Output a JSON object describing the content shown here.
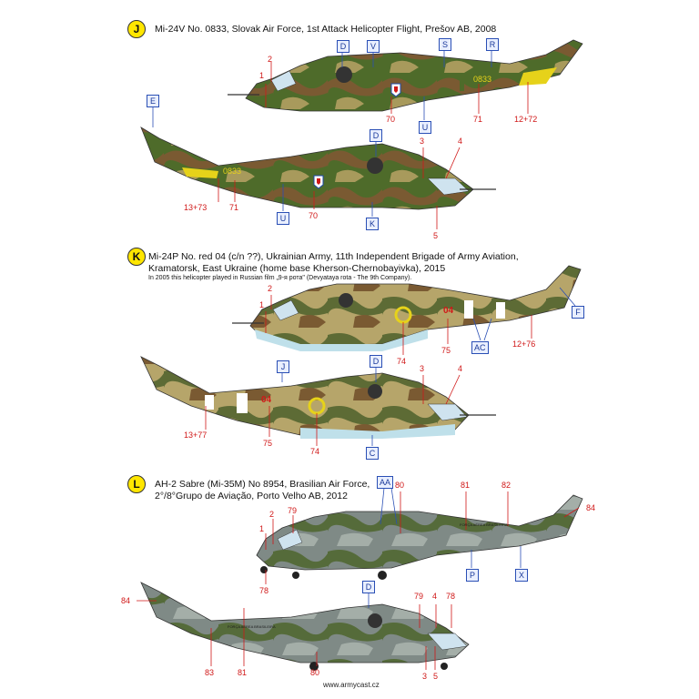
{
  "sections": [
    {
      "letter": "J",
      "title_lines": [
        "Mi-24V No. 0833, Slovak Air Force, 1st Attack Helicopter Flight, Prešov AB, 2008"
      ],
      "note": "",
      "aircraft": [
        {
          "serial": "0833",
          "labels_red": [
            "1",
            "2",
            "70",
            "71",
            "12+72"
          ],
          "labels_boxed": [
            "D",
            "V",
            "S",
            "R",
            "U"
          ]
        },
        {
          "serial": "0833",
          "labels_red": [
            "13+73",
            "71",
            "70",
            "3",
            "4",
            "5"
          ],
          "labels_boxed": [
            "E",
            "D",
            "U",
            "K"
          ]
        }
      ]
    },
    {
      "letter": "K",
      "title_lines": [
        "Mi-24P No. red 04 (c/n ??), Ukrainian Army, 11th Independent Brigade of Army Aviation,",
        "Kramatorsk, East Ukraine (home base Kherson-Chernobayivka), 2015"
      ],
      "note": "In 2005 this helicopter played in Russian film „9-я рота\" (Devyataya rota - The 9th Company).",
      "aircraft": [
        {
          "serial": "04",
          "labels_red": [
            "1",
            "2",
            "74",
            "75",
            "12+76"
          ],
          "labels_boxed": [
            "F",
            "AC"
          ]
        },
        {
          "serial": "04",
          "labels_red": [
            "13+77",
            "75",
            "74",
            "3",
            "4"
          ],
          "labels_boxed": [
            "J",
            "D",
            "C"
          ]
        }
      ]
    },
    {
      "letter": "L",
      "title_lines": [
        "AH-2 Sabre (Mi-35M) No 8954, Brasilian Air Force,",
        "2°/8°Grupo de Aviação, Porto Velho AB, 2012"
      ],
      "note": "",
      "aircraft": [
        {
          "serial": "FORÇA AÉREA BRASILEIRA",
          "labels_red": [
            "2",
            "79",
            "1",
            "78",
            "80",
            "81",
            "82",
            "84"
          ],
          "labels_boxed": [
            "AA",
            "P",
            "X"
          ]
        },
        {
          "serial": "FORÇA AÉREA BRASILEIRA",
          "labels_red": [
            "84",
            "83",
            "81",
            "80",
            "79",
            "4",
            "78",
            "3",
            "5"
          ],
          "labels_boxed": [
            "D"
          ]
        }
      ]
    }
  ],
  "footer": "www.armycast.cz",
  "colors": {
    "badge": "#ffe600",
    "callout": "#d01818",
    "box": "#2a4fb5",
    "camo_green": "#4e6b2a",
    "camo_brown": "#7a5a32",
    "camo_tan": "#b6a56a",
    "camo_grey": "#7f8a86"
  }
}
